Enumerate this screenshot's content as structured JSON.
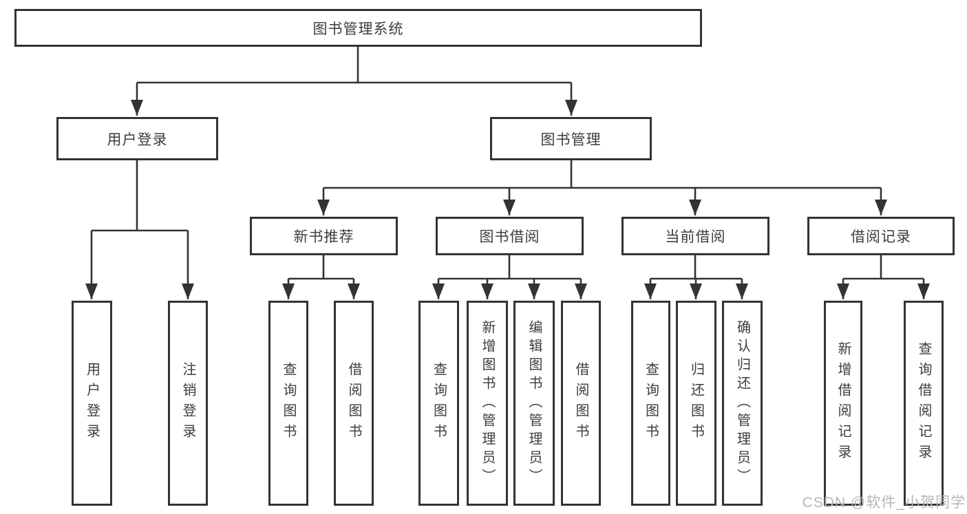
{
  "colors": {
    "line": "#333333",
    "text": "#3d3d3d",
    "background": "#ffffff",
    "watermark": "#b5b5b5"
  },
  "watermark": "CSDN @软件_小贺同学",
  "nodes": {
    "root": "图书管理系统",
    "user_login": "用户登录",
    "book_mgmt": "图书管理",
    "new_recommend": "新书推荐",
    "book_borrow": "图书借阅",
    "current_borrow": "当前借阅",
    "borrow_record": "借阅记录",
    "login_children": [
      "用户登录",
      "注销登录"
    ],
    "recommend_children": [
      "查询图书",
      "借阅图书"
    ],
    "borrow_children": [
      "查询图书",
      "新增图书（管理员）",
      "编辑图书（管理员）",
      "借阅图书"
    ],
    "current_children": [
      "查询图书",
      "归还图书",
      "确认归还（管理员）"
    ],
    "record_children": [
      "新增借阅记录",
      "查询借阅记录"
    ]
  }
}
